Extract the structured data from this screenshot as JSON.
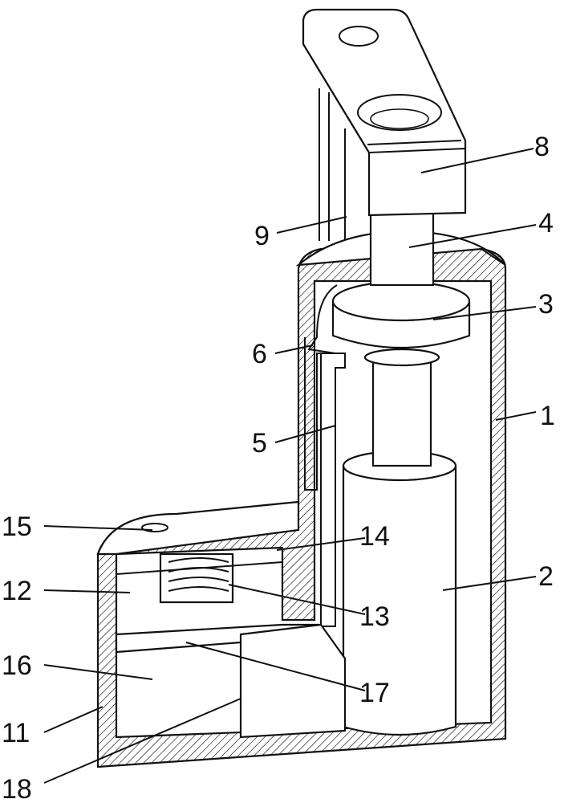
{
  "figure": {
    "labels": [
      {
        "id": "8",
        "text": "8"
      },
      {
        "id": "9",
        "text": "9"
      },
      {
        "id": "4",
        "text": "4"
      },
      {
        "id": "3",
        "text": "3"
      },
      {
        "id": "6",
        "text": "6"
      },
      {
        "id": "1",
        "text": "1"
      },
      {
        "id": "5",
        "text": "5"
      },
      {
        "id": "15",
        "text": "15"
      },
      {
        "id": "14",
        "text": "14"
      },
      {
        "id": "2",
        "text": "2"
      },
      {
        "id": "12",
        "text": "12"
      },
      {
        "id": "13",
        "text": "13"
      },
      {
        "id": "16",
        "text": "16"
      },
      {
        "id": "17",
        "text": "17"
      },
      {
        "id": "11",
        "text": "11"
      },
      {
        "id": "18",
        "text": "18"
      }
    ]
  }
}
